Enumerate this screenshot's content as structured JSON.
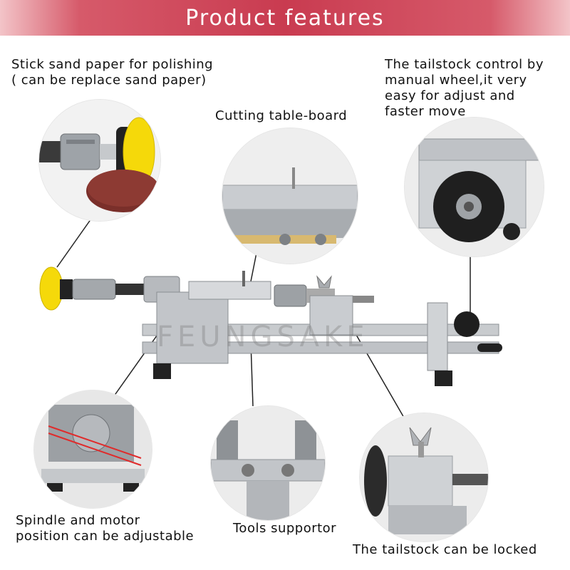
{
  "header": {
    "title": "Product features"
  },
  "features": {
    "sandpaper_line1": "Stick sand paper for polishing",
    "sandpaper_line2": "( can be replace sand paper)",
    "cutting_table": "Cutting table-board",
    "tailstock_wheel_line1": "The tailstock control by",
    "tailstock_wheel_line2": "manual wheel,it very",
    "tailstock_wheel_line3": "easy for adjust and",
    "tailstock_wheel_line4": "faster move",
    "spindle_line1": "Spindle and motor",
    "spindle_line2": "position can be adjustable",
    "tools_supportor": "Tools supportor",
    "tailstock_locked": "The tailstock can be locked"
  },
  "watermark": "FEUNGSAKE",
  "colors": {
    "header": "#c93b50",
    "pad_yellow": "#f5d90a",
    "sandpaper": "#7a2f2a",
    "metal": "#b9bcc0"
  }
}
